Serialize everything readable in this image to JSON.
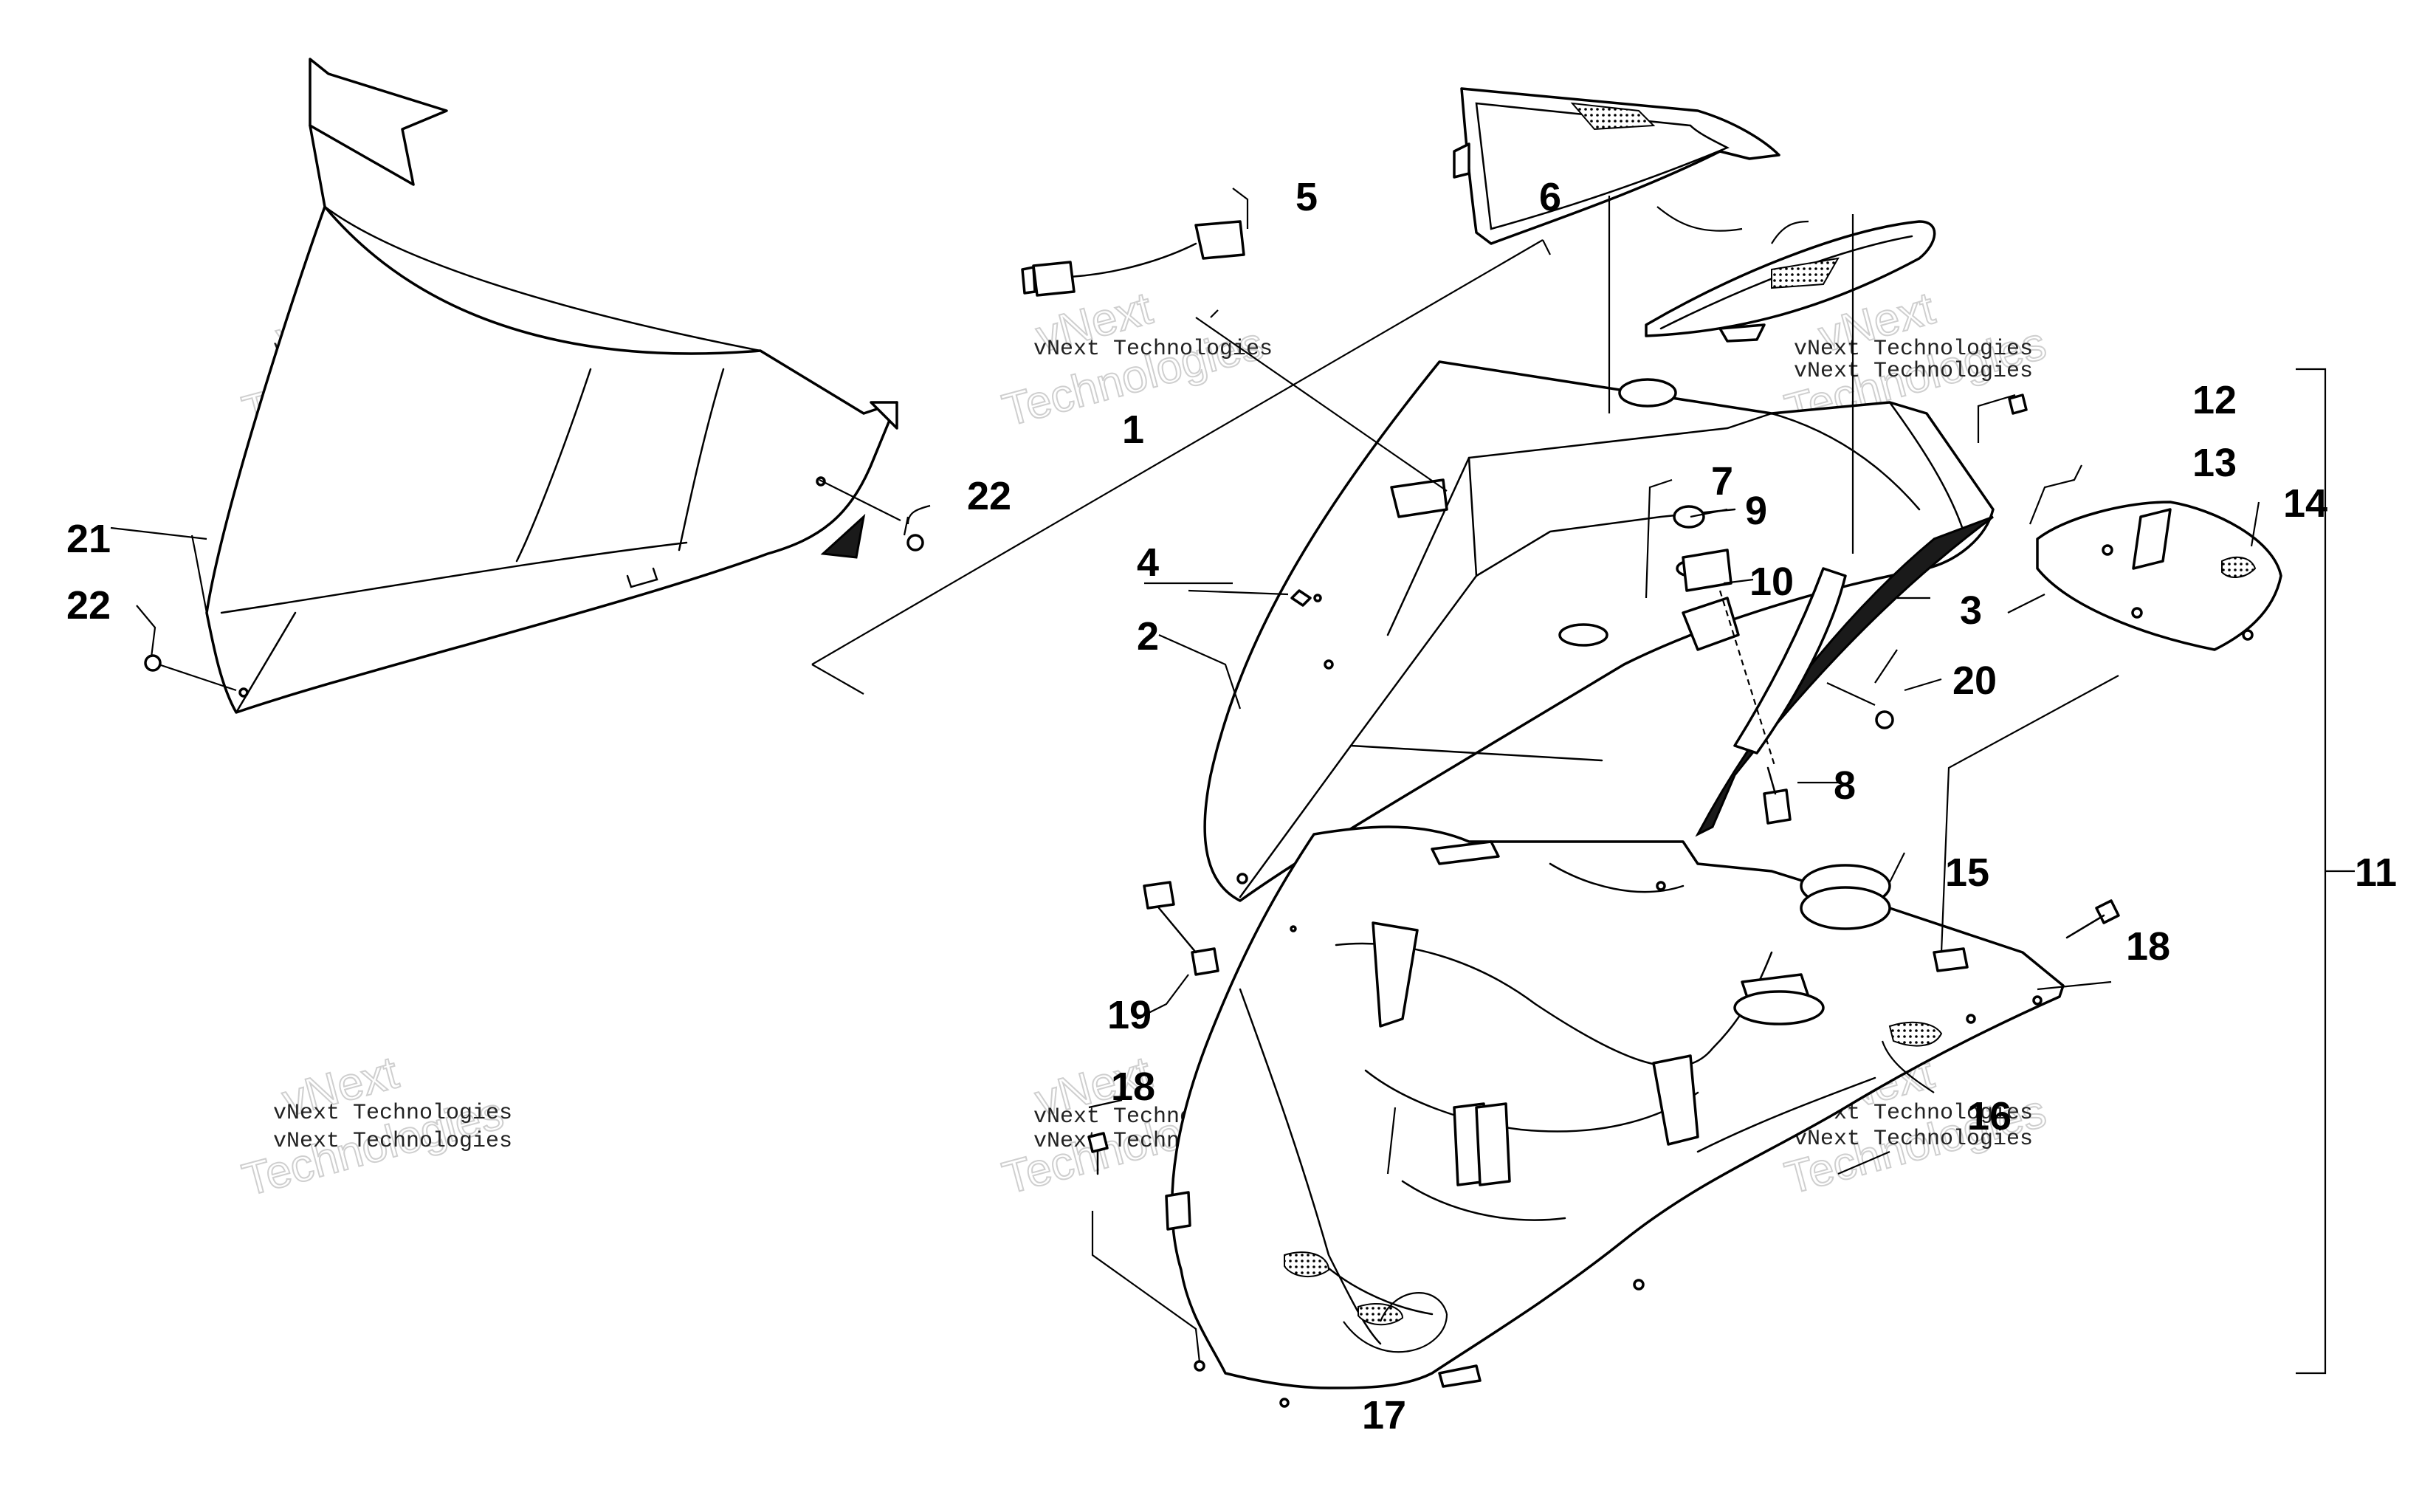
{
  "watermark": {
    "small": "vNext Technologies",
    "big_line1": "vNext",
    "big_line2": "Technologies"
  },
  "callouts": {
    "c1": "1",
    "c2": "2",
    "c3": "3",
    "c4": "4",
    "c5": "5",
    "c6": "6",
    "c7": "7",
    "c8": "8",
    "c9": "9",
    "c10": "10",
    "c11": "11",
    "c12": "12",
    "c13": "13",
    "c14": "14",
    "c15": "15",
    "c16": "16",
    "c17": "17",
    "c18a": "18",
    "c18b": "18",
    "c19": "19",
    "c20": "20",
    "c21": "21",
    "c22a": "22",
    "c22b": "22"
  }
}
